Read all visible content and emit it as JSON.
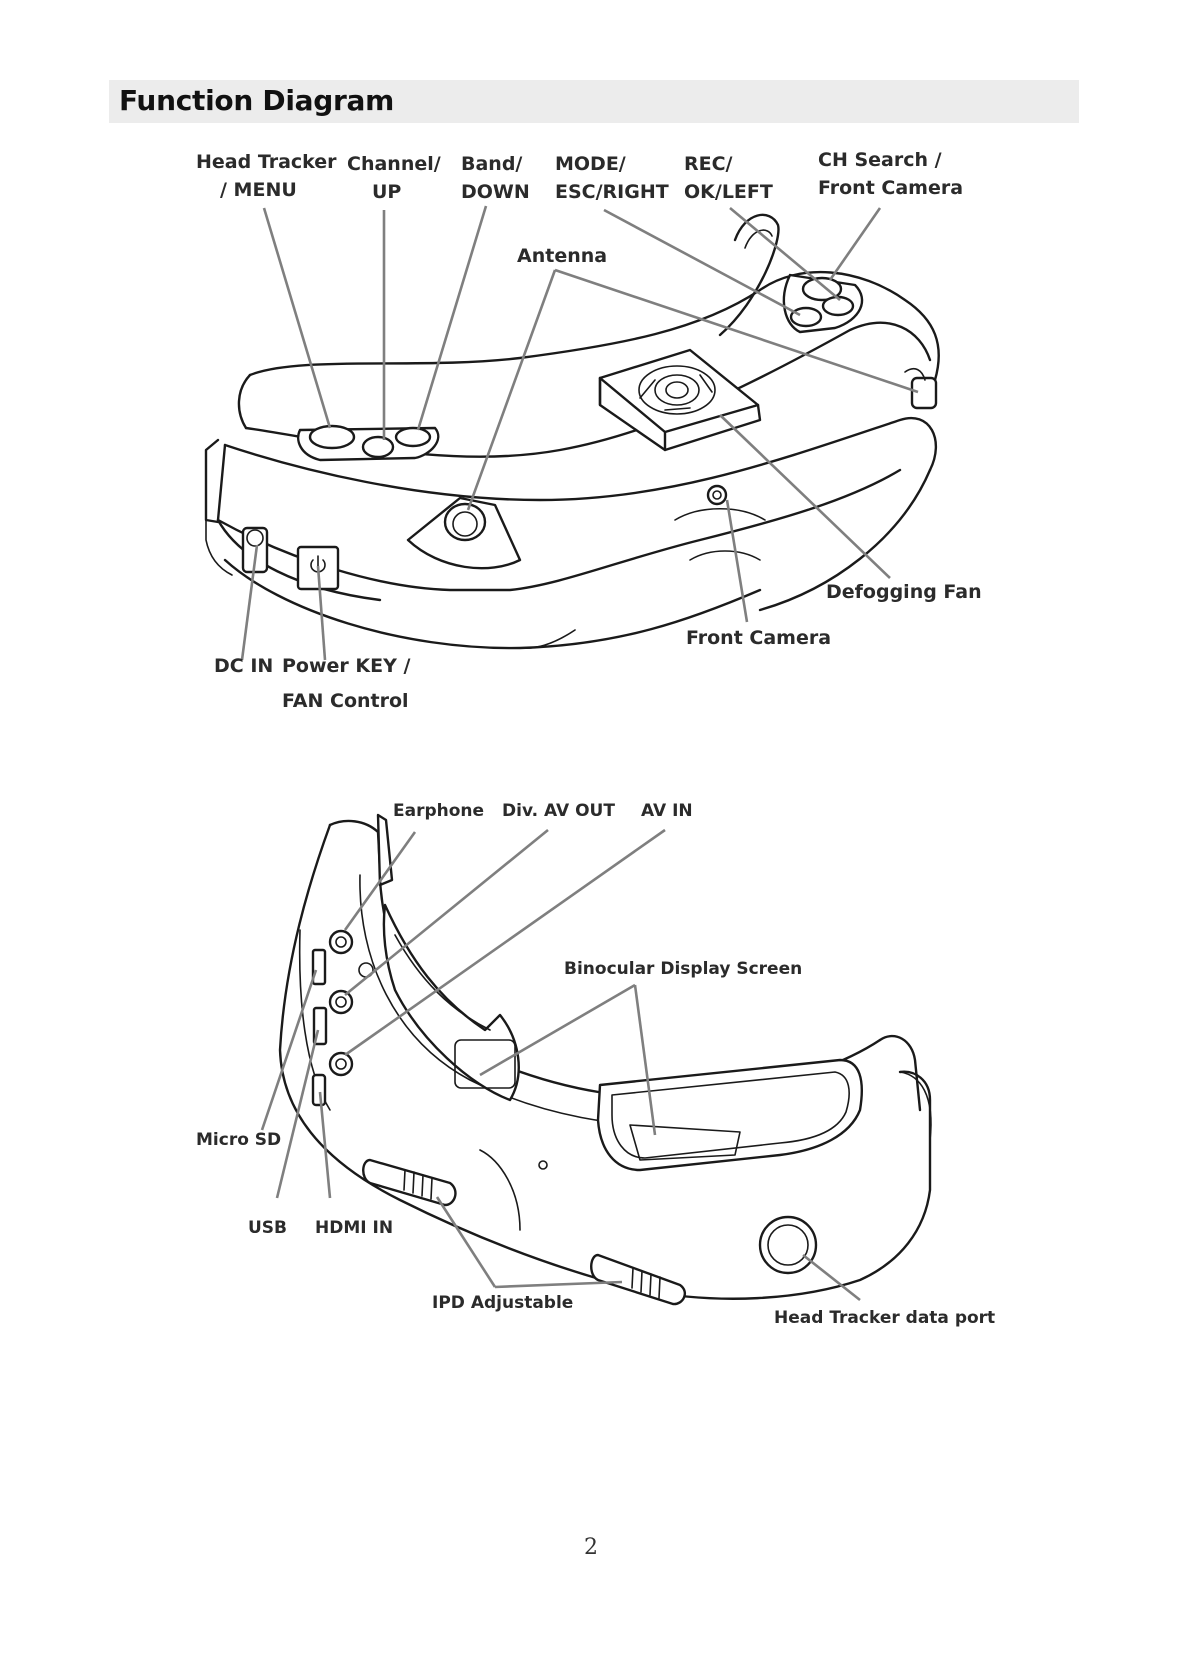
{
  "header": {
    "title": "Function Diagram"
  },
  "top_view": {
    "labels": {
      "head_tracker": [
        "Head Tracker",
        "/ MENU"
      ],
      "channel": [
        "Channel/",
        "UP"
      ],
      "band": [
        "Band/",
        "DOWN"
      ],
      "mode": [
        "MODE/",
        "ESC/RIGHT"
      ],
      "rec": [
        "REC/",
        "OK/LEFT"
      ],
      "ch_search": [
        "CH Search /",
        "Front Camera"
      ],
      "antenna": "Antenna",
      "defogging_fan": "Defogging Fan",
      "front_camera": "Front Camera",
      "dc_in": "DC IN",
      "power_key": [
        "Power KEY /",
        "FAN Control"
      ]
    }
  },
  "bottom_view": {
    "labels": {
      "earphone": "Earphone",
      "div_av_out": "Div. AV OUT",
      "av_in": "AV IN",
      "binocular": "Binocular Display Screen",
      "micro_sd": "Micro SD",
      "usb": "USB",
      "hdmi_in": "HDMI IN",
      "ipd": "IPD Adjustable",
      "head_tracker_port": "Head Tracker data port"
    }
  },
  "footer": {
    "page_number": "2"
  }
}
